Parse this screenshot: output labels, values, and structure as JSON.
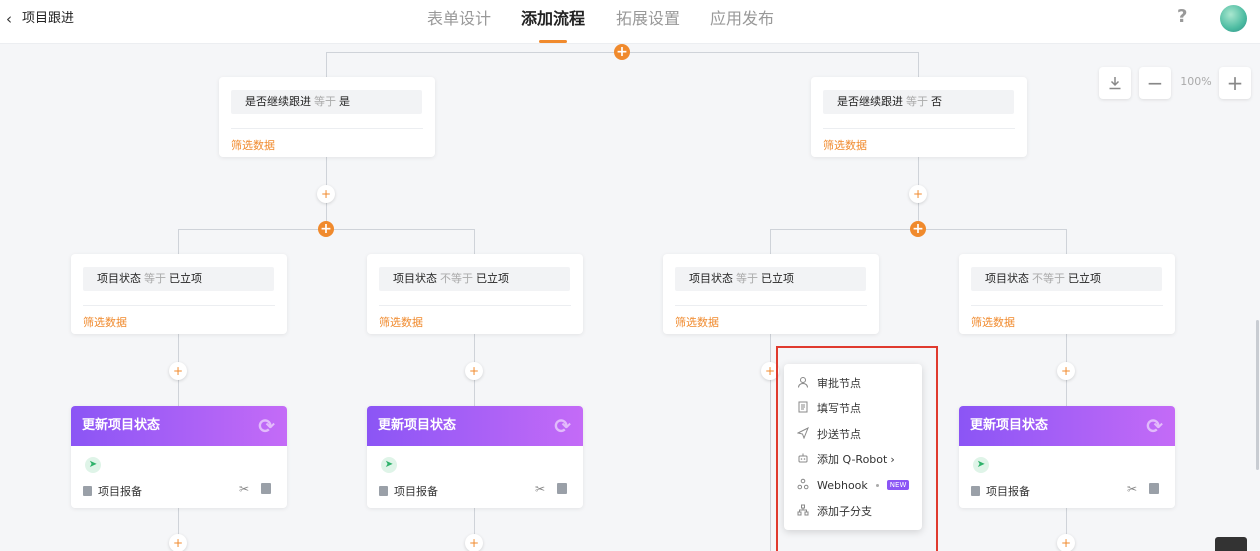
{
  "header": {
    "back_label": "项目跟进",
    "tabs": [
      {
        "label": "表单设计"
      },
      {
        "label": "添加流程"
      },
      {
        "label": "拓展设置"
      },
      {
        "label": "应用发布"
      }
    ],
    "active_tab": "添加流程",
    "help_label": "?"
  },
  "zoom": {
    "level": "100%"
  },
  "conditions": [
    {
      "field": "是否继续跟进",
      "op": "等于",
      "value": "是",
      "filter": "筛选数据"
    },
    {
      "field": "是否继续跟进",
      "op": "等于",
      "value": "否",
      "filter": "筛选数据"
    },
    {
      "field": "项目状态",
      "op": "等于",
      "value": "已立项",
      "filter": "筛选数据"
    },
    {
      "field": "项目状态",
      "op": "不等于",
      "value": "已立项",
      "filter": "筛选数据"
    },
    {
      "field": "项目状态",
      "op": "等于",
      "value": "已立项",
      "filter": "筛选数据"
    },
    {
      "field": "项目状态",
      "op": "不等于",
      "value": "已立项",
      "filter": "筛选数据"
    }
  ],
  "actions": [
    {
      "title": "更新项目状态",
      "report": "项目报备"
    },
    {
      "title": "更新项目状态",
      "report": "项目报备"
    },
    {
      "title": "更新项目状态",
      "report": "项目报备"
    }
  ],
  "add_menu": {
    "items": [
      {
        "label": "审批节点",
        "icon": "user-icon"
      },
      {
        "label": "填写节点",
        "icon": "document-icon"
      },
      {
        "label": "抄送节点",
        "icon": "send-icon"
      },
      {
        "label": "添加 Q-Robot",
        "icon": "robot-icon"
      },
      {
        "label": "Webhook",
        "icon": "webhook-icon",
        "badge": "NEW"
      },
      {
        "label": "添加子分支",
        "icon": "branch-icon"
      }
    ]
  },
  "colors": {
    "accent": "#f08a2d",
    "action_header_start": "#8b55f5",
    "action_header_end": "#c46bf7",
    "highlight": "#e03a2e"
  }
}
